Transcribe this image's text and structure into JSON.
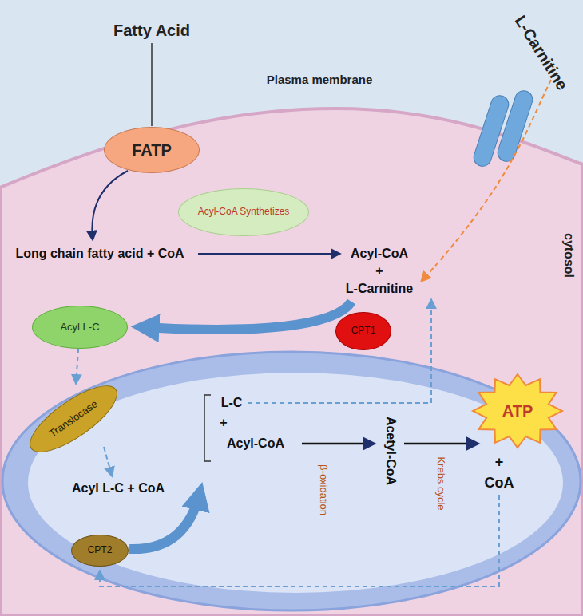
{
  "diagram": {
    "nodes": [
      {
        "text": [
          "FATP"
        ]
      },
      {
        "text": [
          "Acyl-CoA Synthetizes"
        ]
      },
      {
        "text": [
          "Acyl L-C"
        ]
      },
      {
        "text": [
          "CPT1"
        ]
      },
      {
        "text": [
          "Translocase"
        ]
      },
      {
        "text": [
          "ATP"
        ]
      },
      {
        "text": [
          "CPT2"
        ]
      }
    ],
    "edges": [
      {
        "from": 2,
        "to": 4,
        "arrow": "to"
      }
    ],
    "labels": [
      "Fatty Acid",
      "Plasma membrane",
      "L-Carnitine",
      "Long chain fatty acid + CoA",
      "Acyl-CoA",
      "+",
      "L-Carnitine",
      "cytosol",
      "Acyl L-C + CoA",
      "L-C",
      "+",
      "Acyl-CoA",
      "Acetyl-CoA",
      "β-oxidation",
      "Krebs cycle",
      "+",
      "CoA"
    ]
  }
}
